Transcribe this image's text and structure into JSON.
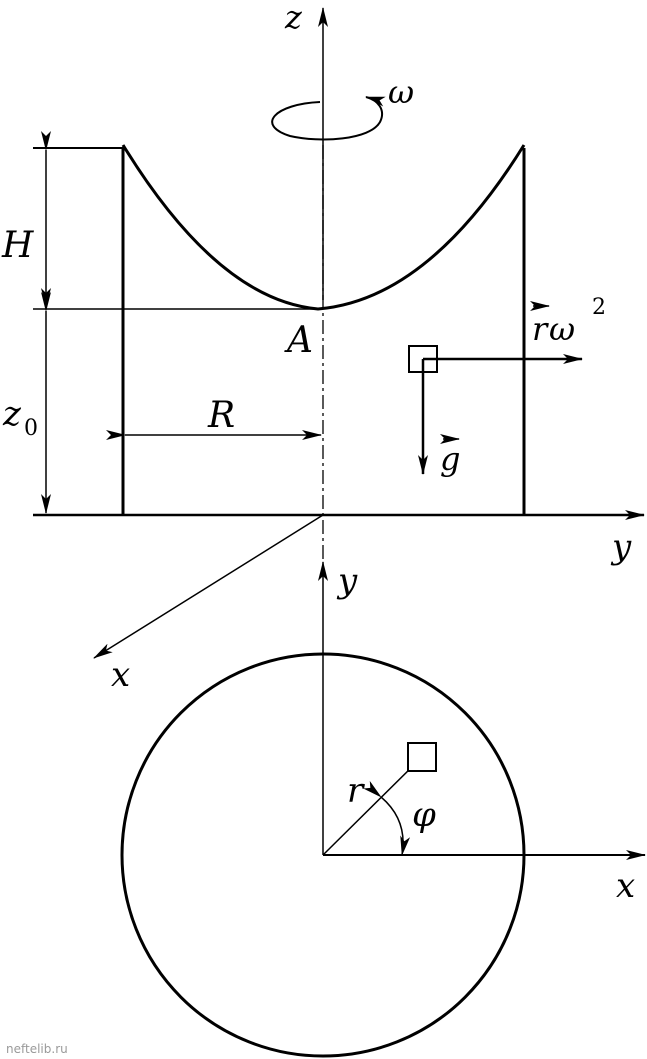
{
  "labels": {
    "z": "z",
    "omega": "ω",
    "H": "H",
    "A": "A",
    "z0_main": "z",
    "z0_sub": "0",
    "R": "R",
    "y_top": "y",
    "x_top": "x",
    "g": "g",
    "r_omega_r": "r",
    "r_omega_w": "ω",
    "r_omega_exp": "2",
    "y_bottom": "y",
    "r": "r",
    "phi": "φ",
    "x_bottom": "x"
  },
  "watermark": "neftelib.ru",
  "colors": {
    "ink": "#000000",
    "watermark": "#9a9a9a"
  }
}
